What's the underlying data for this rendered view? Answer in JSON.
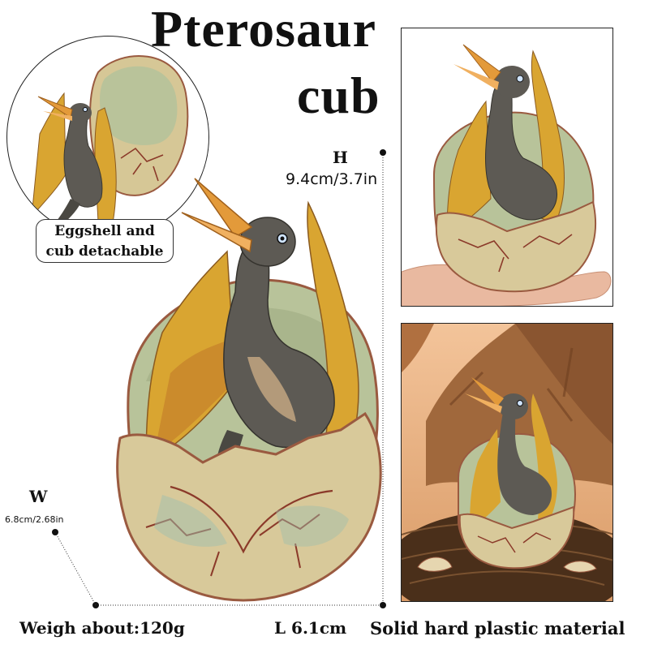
{
  "title": {
    "line1": "Pterosaur",
    "line2": "cub"
  },
  "detail": {
    "label_line1": "Eggshell and",
    "label_line2": "cub detachable"
  },
  "dimensions": {
    "height_letter": "H",
    "height_value": "9.4cm/3.7in",
    "width_letter": "W",
    "width_value": "6.8cm/2.68in",
    "length_text": "L 6.1cm"
  },
  "captions": {
    "weight": "Weigh about:120g",
    "material": "Solid hard plastic material"
  },
  "colors": {
    "eggshell": "#d8c99a",
    "eggshell_crack": "#8b3a2a",
    "egg_interior": "#b8c59a",
    "cub_body": "#5d5a54",
    "beak": "#e39a3a",
    "wing": "#d9a531"
  }
}
